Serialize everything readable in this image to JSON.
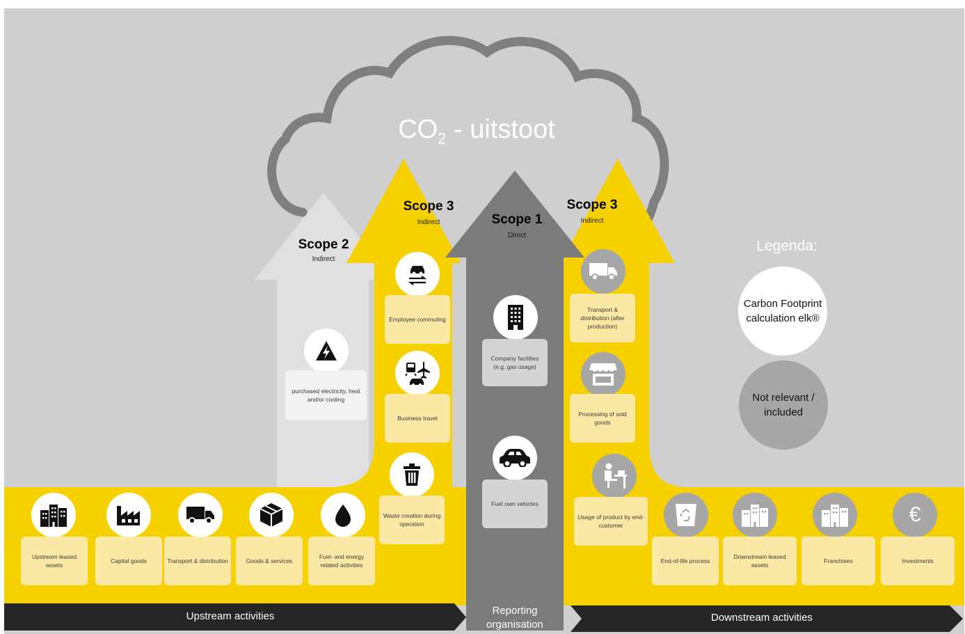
{
  "cloud": {
    "title_main": "CO",
    "title_sub": "2",
    "title_rest": " - uitstoot"
  },
  "colors": {
    "background": "#cfcfcf",
    "yellow": "#f7d000",
    "dark_gray": "#7b7b7b",
    "light_gray": "#e0e0e0",
    "bar": "#262626",
    "cloud_stroke": "#7f7f7f"
  },
  "scopes": {
    "scope2": {
      "title": "Scope 2",
      "subtitle": "Indirect"
    },
    "scope3_left": {
      "title": "Scope 3",
      "subtitle": "Indirect"
    },
    "scope1": {
      "title": "Scope 1",
      "subtitle": "Direct"
    },
    "scope3_right": {
      "title": "Scope 3",
      "subtitle": "Indirect"
    }
  },
  "scope2_items": [
    {
      "icon": "lightning-icon",
      "label": "purchased electricity, heat and/or cooling"
    }
  ],
  "scope3_left_items": [
    {
      "icon": "commute-icon",
      "label": "Employee commuting"
    },
    {
      "icon": "travel-icon",
      "label": "Business travel"
    },
    {
      "icon": "trash-icon",
      "label": "Waste creation during operation"
    }
  ],
  "scope1_items": [
    {
      "icon": "building-icon",
      "label": "Company facilities (e.g. gas usage)"
    },
    {
      "icon": "car-icon",
      "label": "Fuel own vehicles"
    }
  ],
  "scope3_right_items": [
    {
      "icon": "truck-icon",
      "label": "Transport & distribution (after production)"
    },
    {
      "icon": "store-icon",
      "label": "Processing of sold goods"
    },
    {
      "icon": "desk-user-icon",
      "label": "Usage of product by end-customer"
    }
  ],
  "upstream_items": [
    {
      "icon": "buildings-icon",
      "label": "Upstream leased assets"
    },
    {
      "icon": "factory-icon",
      "label": "Capital goods"
    },
    {
      "icon": "truck-icon",
      "label": "Transport & distribution"
    },
    {
      "icon": "box-icon",
      "label": "Goods & services"
    },
    {
      "icon": "drop-icon",
      "label": "Fuel- and energy related activities"
    }
  ],
  "downstream_items": [
    {
      "icon": "recycle-bin-icon",
      "label": "End-of-life process"
    },
    {
      "icon": "buildings-icon",
      "label": "Downstream leased assets"
    },
    {
      "icon": "buildings-icon",
      "label": "Franchises"
    },
    {
      "icon": "euro-icon",
      "label": "Investments"
    }
  ],
  "bottom_bar": {
    "upstream": "Upstream activities",
    "reporting_line1": "Reporting",
    "reporting_line2": "organisation",
    "downstream": "Downstream activities"
  },
  "legend": {
    "title": "Legenda:",
    "item1": "Carbon Footprint calculation elk®",
    "item2": "Not relevant / included"
  }
}
